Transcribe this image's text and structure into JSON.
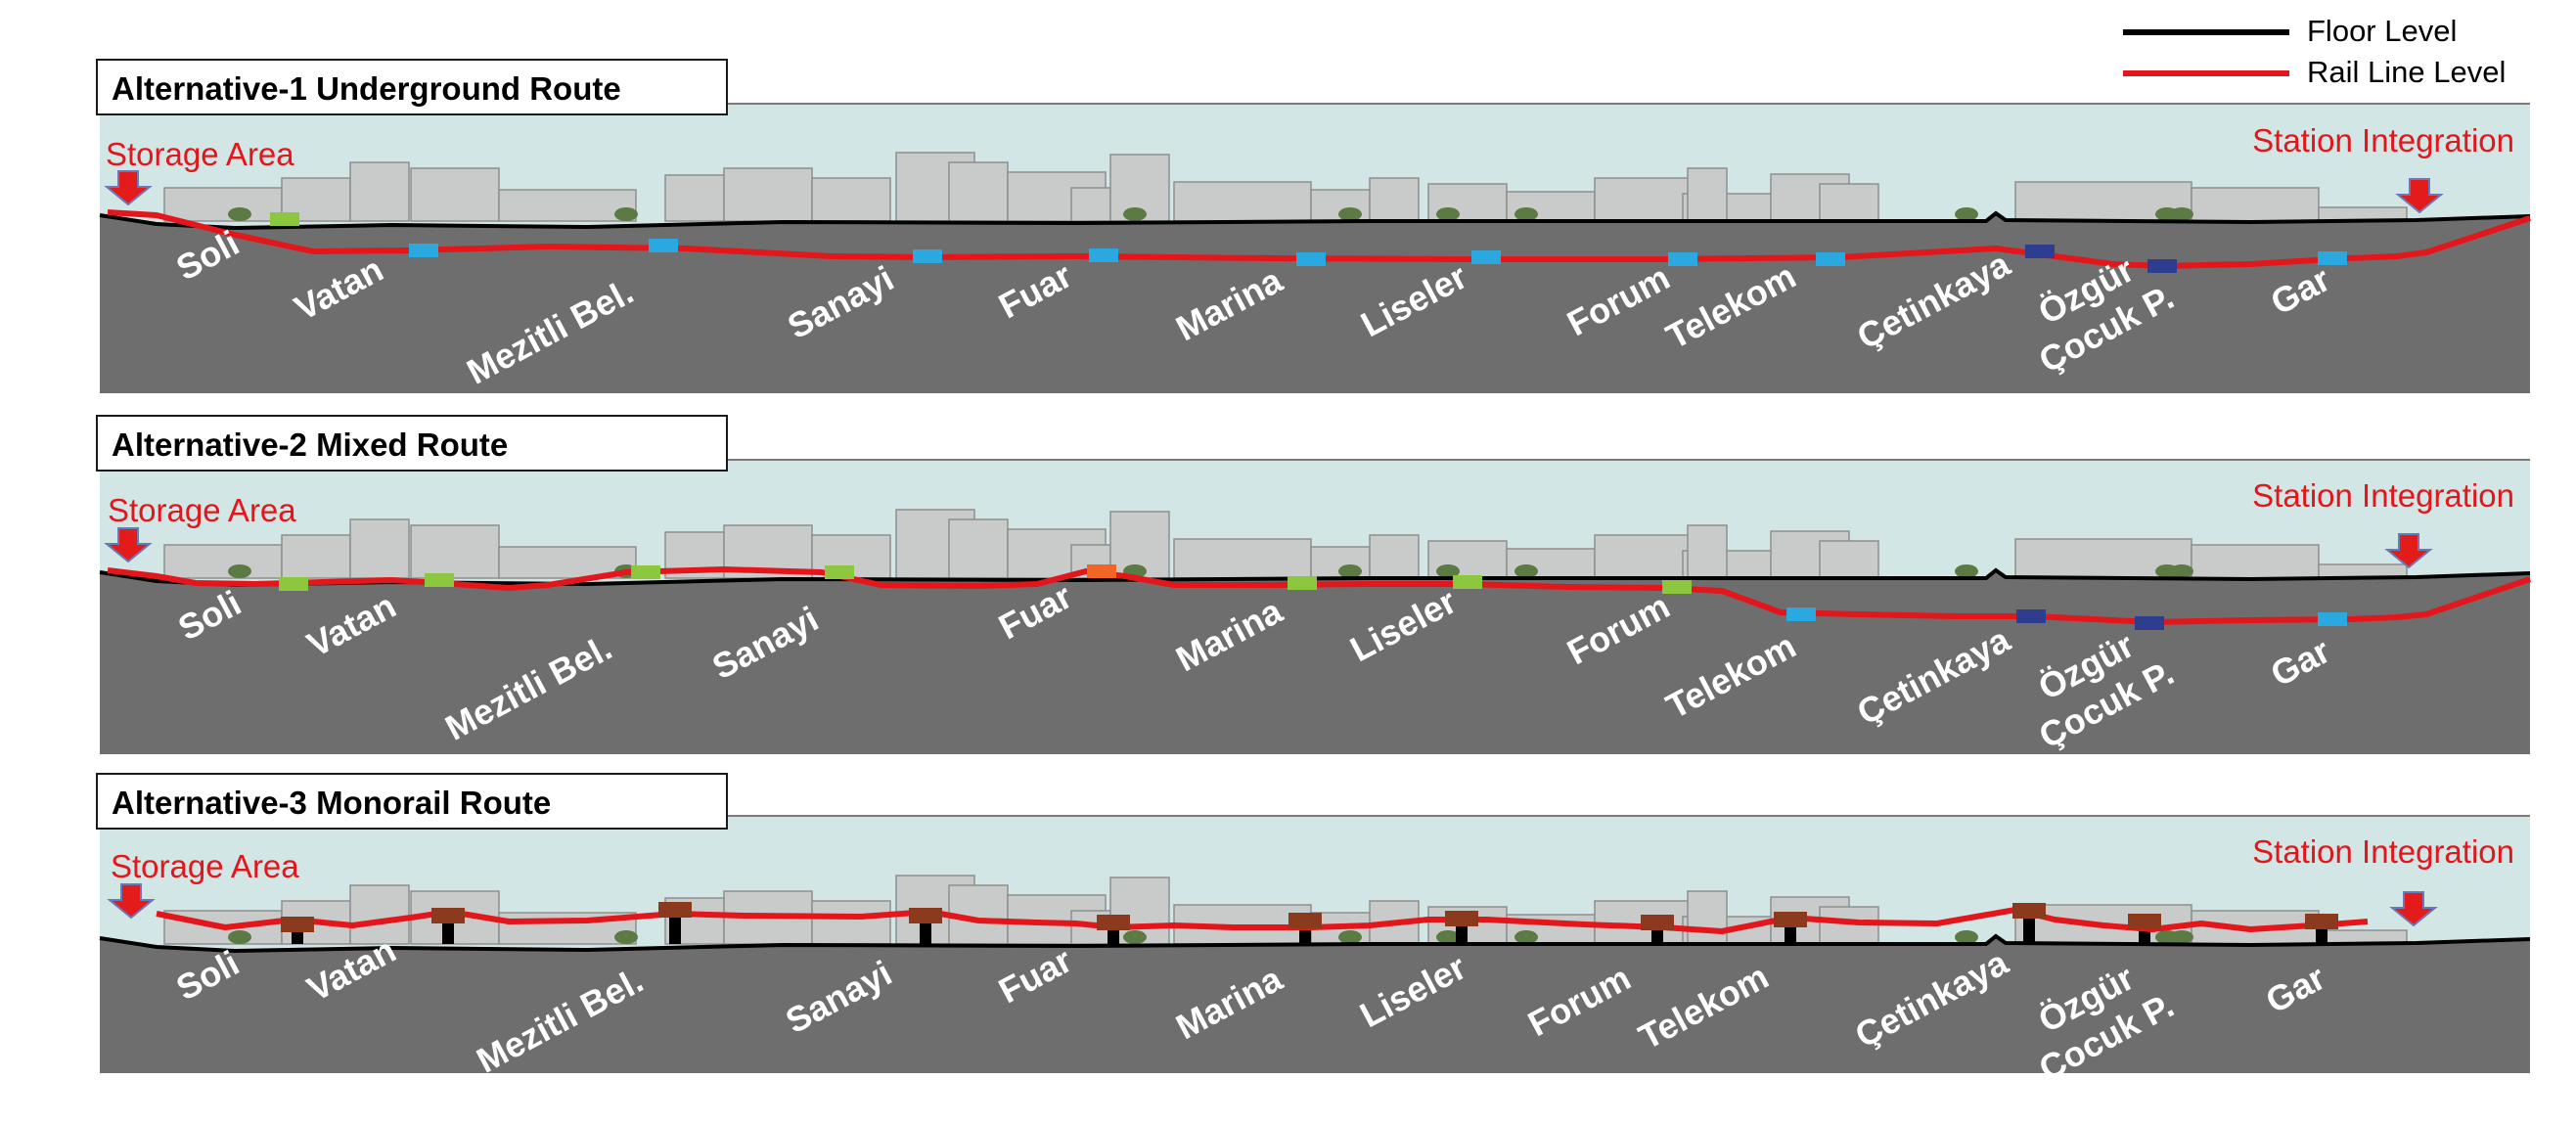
{
  "legend": {
    "floor_level": "Floor Level",
    "rail_line_level": "Rail Line Level",
    "floor_color": "#000000",
    "rail_color": "#e3161b"
  },
  "labels": {
    "storage_area": "Storage Area",
    "station_integration": "Station Integration"
  },
  "colors": {
    "sky": "#d3e6e6",
    "ground": "#6e6e6e",
    "buildings": "#c9cbcb",
    "annotation_red": "#e3161b",
    "underground_station": "#29a9e0",
    "deep_station": "#2e3d8f",
    "at_grade_station": "#8dc63f",
    "bridge_station": "#f26522",
    "monorail_station": "#8b3a1e"
  },
  "panels": [
    {
      "title": "Alternative-1 Underground Route",
      "stations": [
        "Soli",
        "Vatan",
        "Mezitli Bel.",
        "Sanayi",
        "Fuar",
        "Marina",
        "Liseler",
        "Forum",
        "Telekom",
        "Çetinkaya",
        "Özgür Çocuk P.",
        "Gar"
      ]
    },
    {
      "title": "Alternative-2 Mixed Route",
      "stations": [
        "Soli",
        "Vatan",
        "Mezitli Bel.",
        "Sanayi",
        "Fuar",
        "Marina",
        "Liseler",
        "Forum",
        "Telekom",
        "Çetinkaya",
        "Özgür Çocuk P.",
        "Gar"
      ]
    },
    {
      "title": "Alternative-3 Monorail Route",
      "stations": [
        "Soli",
        "Vatan",
        "Mezitli Bel.",
        "Sanayi",
        "Fuar",
        "Marina",
        "Liseler",
        "Forum",
        "Telekom",
        "Çetinkaya",
        "Özgür Çocuk P.",
        "Gar"
      ]
    }
  ]
}
